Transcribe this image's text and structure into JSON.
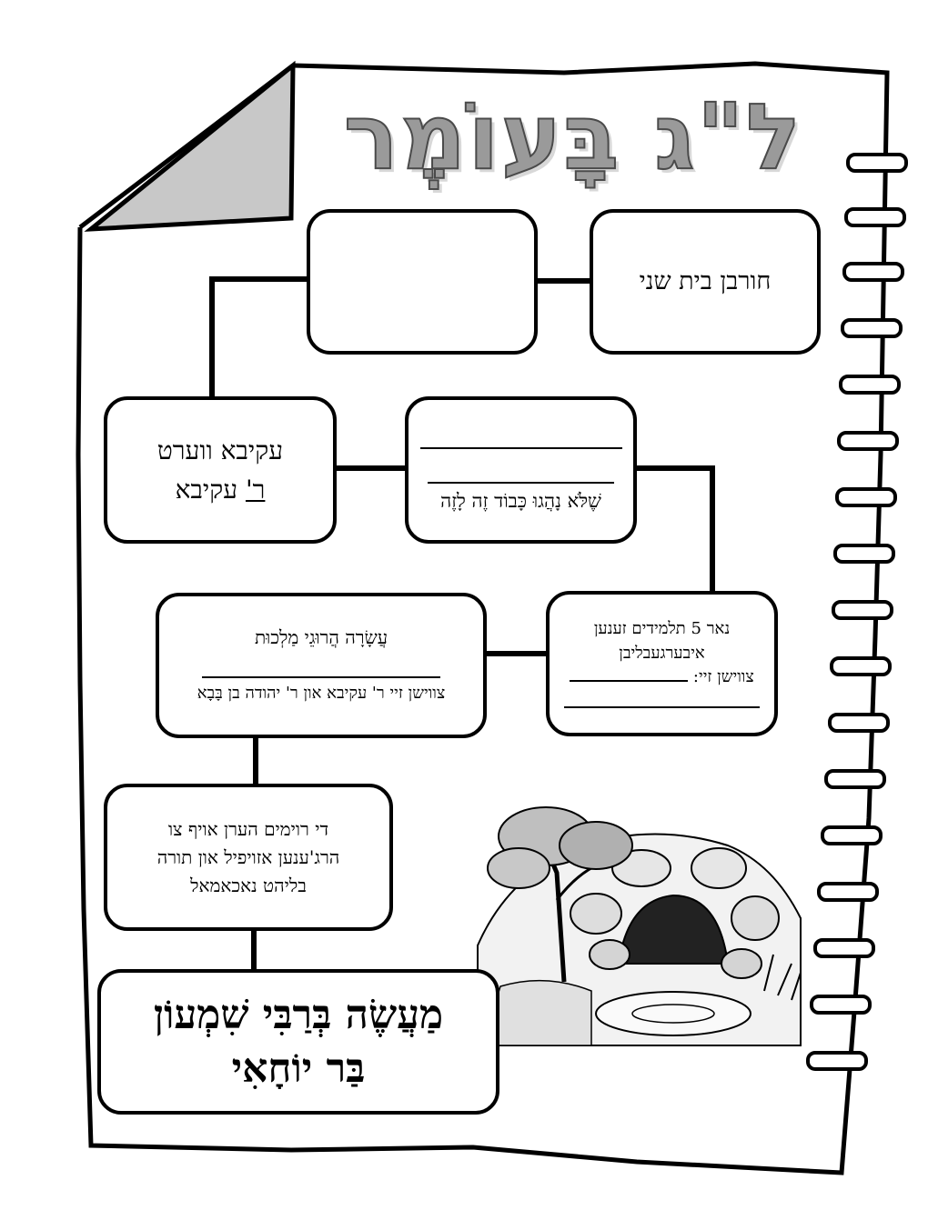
{
  "title": "ל\"ג בָּעוֹמֶר",
  "boxes": {
    "churban": {
      "text": "חורבן בית שני"
    },
    "empty_box": {
      "text": ""
    },
    "akiva": {
      "line1": "עקיבא ווערט",
      "line2_prefix": "ר'",
      "line2_rest": " עקיבא"
    },
    "students": {
      "last_line": "שֶׁלֹּא נָהֲגוּ כָּבוֹד זֶה לָזֶה"
    },
    "five": {
      "line1": "נאר 5 תלמידים זענען",
      "line2": "איבערגעבליבן",
      "line3": "צווישן זיי:"
    },
    "ten_martyrs": {
      "line1": "עֲשָׂרָה הֲרוּגֵי מַלְכוּת",
      "line2": "צווישן זיי ר' עקיבא און ר' יהודה בן בָּבָא"
    },
    "romans": {
      "line1": "די רוימים הערן אויף צו",
      "line2": "הרג'ענען אזויפיל און תורה",
      "line3": "בליהט נאכאמאל"
    },
    "story": {
      "line1": "מַעֲשֶׂה בְּרַבִּי שִׁמְעוֹן",
      "line2": "בַּר יוֹחָאִי"
    }
  },
  "illustration": {
    "name": "cave-with-carob-tree"
  },
  "colors": {
    "title_fill": "#9a9a9a",
    "title_outline": "#4a4a4a",
    "corner_fold": "#c8c8c8",
    "ink": "#000000"
  }
}
